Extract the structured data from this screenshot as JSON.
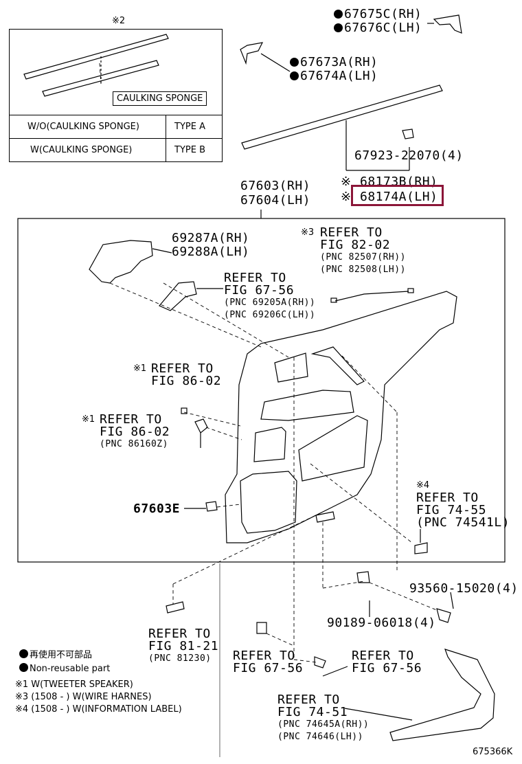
{
  "diagram_id": "675366K",
  "inset": {
    "note_mark": "※2",
    "caulking_label": "CAULKING SPONGE",
    "rows": [
      {
        "condition": "W/O(CAULKING SPONGE)",
        "type": "TYPE A"
      },
      {
        "condition": "W(CAULKING SPONGE)",
        "type": "TYPE B"
      }
    ]
  },
  "parts": {
    "p1a": "67675C(RH)",
    "p1b": "67676C(LH)",
    "p2a": "67673A(RH)",
    "p2b": "67674A(LH)",
    "p3": "67923-22070(4)",
    "p4a": "68173B(RH)",
    "p4b": "68174A(LH)",
    "p4mark": "※",
    "p5a": "67603(RH)",
    "p5b": "67604(LH)",
    "p6a": "69287A(RH)",
    "p6b": "69288A(LH)",
    "p7": "67603E",
    "p8": "93560-15020(4)",
    "p9": "90189-06018(4)"
  },
  "refs": {
    "r1": {
      "mark": "※3",
      "l1": "REFER TO",
      "l2": "FIG 82-02",
      "l3": "(PNC 82507(RH))",
      "l4": "(PNC 82508(LH))"
    },
    "r2": {
      "l1": "REFER TO",
      "l2": "FIG 67-56",
      "l3": "(PNC 69205A(RH))",
      "l4": "(PNC 69206C(LH))"
    },
    "r3": {
      "mark": "※1",
      "l1": "REFER TO",
      "l2": "FIG 86-02"
    },
    "r4": {
      "mark": "※1",
      "l1": "REFER TO",
      "l2": "FIG 86-02",
      "l3": "(PNC 86160Z)"
    },
    "r5": {
      "mark": "※4",
      "l1": "REFER TO",
      "l2": "FIG 74-55",
      "l3": "(PNC 74541L)"
    },
    "r6": {
      "l1": "REFER TO",
      "l2": "FIG 81-21",
      "l3": "(PNC 81230)"
    },
    "r7": {
      "l1": "REFER TO",
      "l2": "FIG 67-56"
    },
    "r8": {
      "l1": "REFER TO",
      "l2": "FIG 67-56"
    },
    "r9": {
      "l1": "REFER TO",
      "l2": "FIG 74-51",
      "l3": "(PNC 74645A(RH))",
      "l4": "(PNC 74646(LH))"
    }
  },
  "legend": {
    "jp": "再使用不可部品",
    "en": "Non-reusable part",
    "n1": "※1 W(TWEETER SPEAKER)",
    "n3": "※3 (1508 -     ) W(WIRE HARNES)",
    "n4": "※4 (1508 -     ) W(INFORMATION LABEL)"
  },
  "colors": {
    "highlight": "#8b1538",
    "line": "#000000"
  }
}
